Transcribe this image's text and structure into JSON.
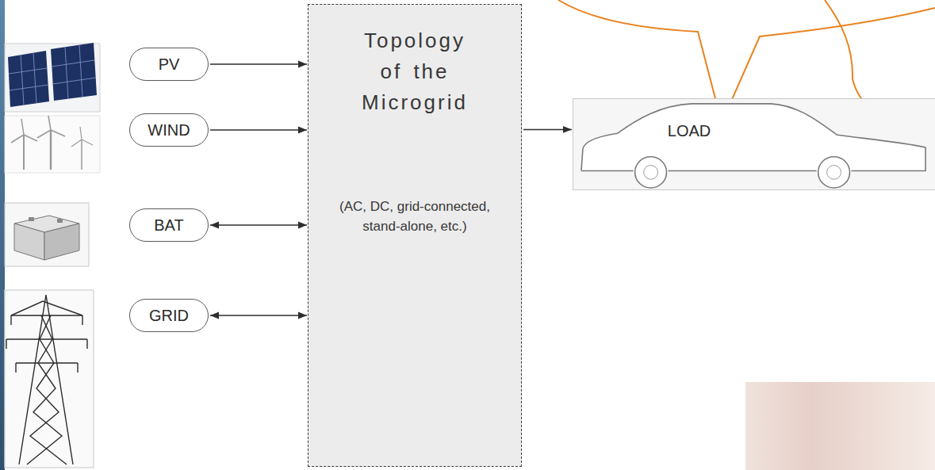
{
  "diagram": {
    "nodes": [
      {
        "text": [
          "PV"
        ]
      },
      {
        "text": [
          "WIND"
        ]
      },
      {
        "text": [
          "BAT"
        ]
      },
      {
        "text": [
          "GRID"
        ]
      },
      {
        "text": [
          "Topology of the Microgrid",
          "(AC, DC, grid-connected, stand-alone, etc.)"
        ]
      },
      {
        "text": [
          "LOAD"
        ]
      }
    ],
    "edges": [
      {
        "from": 0,
        "to": 4,
        "arrow": "to"
      },
      {
        "from": 1,
        "to": 4,
        "arrow": "to"
      },
      {
        "from": 2,
        "to": 4,
        "arrow": "both"
      },
      {
        "from": 3,
        "to": 4,
        "arrow": "both"
      },
      {
        "from": 4,
        "to": 5,
        "arrow": "to"
      }
    ]
  }
}
